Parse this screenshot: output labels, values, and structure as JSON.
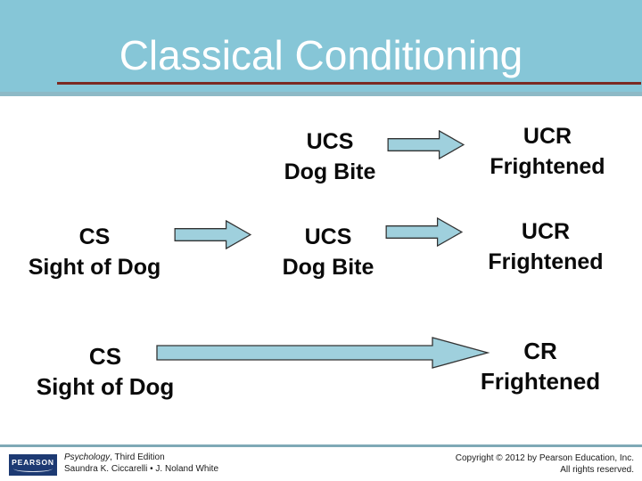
{
  "slide": {
    "title": "Classical Conditioning"
  },
  "diagram": {
    "row1": {
      "stimulus_label": "UCS",
      "stimulus_sub": "Dog Bite",
      "response_label": "UCR",
      "response_sub": "Frightened"
    },
    "row2": {
      "cs_label": "CS",
      "cs_sub": "Sight of Dog",
      "ucs_label": "UCS",
      "ucs_sub": "Dog Bite",
      "ucr_label": "UCR",
      "ucr_sub": "Frightened"
    },
    "row3": {
      "cs_label": "CS",
      "cs_sub": "Sight of Dog",
      "cr_label": "CR",
      "cr_sub": "Frightened"
    }
  },
  "footer": {
    "logo_text": "PEARSON",
    "book_title": "Psychology",
    "book_edition": ", Third Edition",
    "authors": "Saundra K. Ciccarelli • J. Noland White",
    "copyright_line1": "Copyright © 2012 by Pearson Education, Inc.",
    "copyright_line2": "All rights reserved."
  },
  "colors": {
    "header_bg": "#86c6d7",
    "header_edge": "#8db9c6",
    "title_color": "#ffffff",
    "rule_color": "#7b2a22",
    "arrow_fill": "#9fd0dd",
    "arrow_stroke": "#333333",
    "divider_color": "#7fa9b6",
    "logo_bg": "#1d3a73"
  }
}
